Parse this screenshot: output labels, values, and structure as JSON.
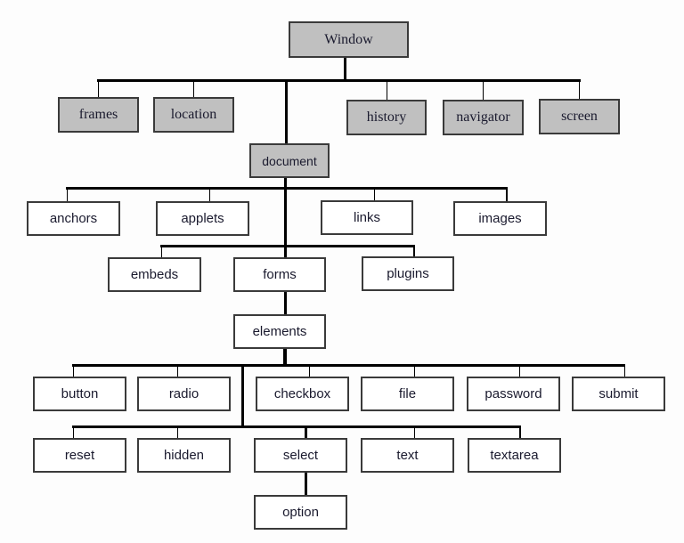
{
  "diagram": {
    "colors": {
      "window_objects_fill": "#c0c0c0",
      "document_objects_fill": "#ffffff",
      "border": "#3a3a3a",
      "connector": "#000000"
    },
    "root": "Window",
    "window_children": [
      "frames",
      "location",
      "document",
      "history",
      "navigator",
      "screen"
    ],
    "document_node": "document",
    "document_children": [
      "anchors",
      "applets",
      "links",
      "images",
      "embeds",
      "forms",
      "plugins"
    ],
    "forms_node": "forms",
    "elements_node": "elements",
    "elements_children_row1": [
      "button",
      "radio",
      "checkbox",
      "file",
      "password",
      "submit"
    ],
    "elements_children_row2": [
      "reset",
      "hidden",
      "select",
      "text",
      "textarea"
    ],
    "select_node": "select",
    "select_children": [
      "option"
    ]
  }
}
